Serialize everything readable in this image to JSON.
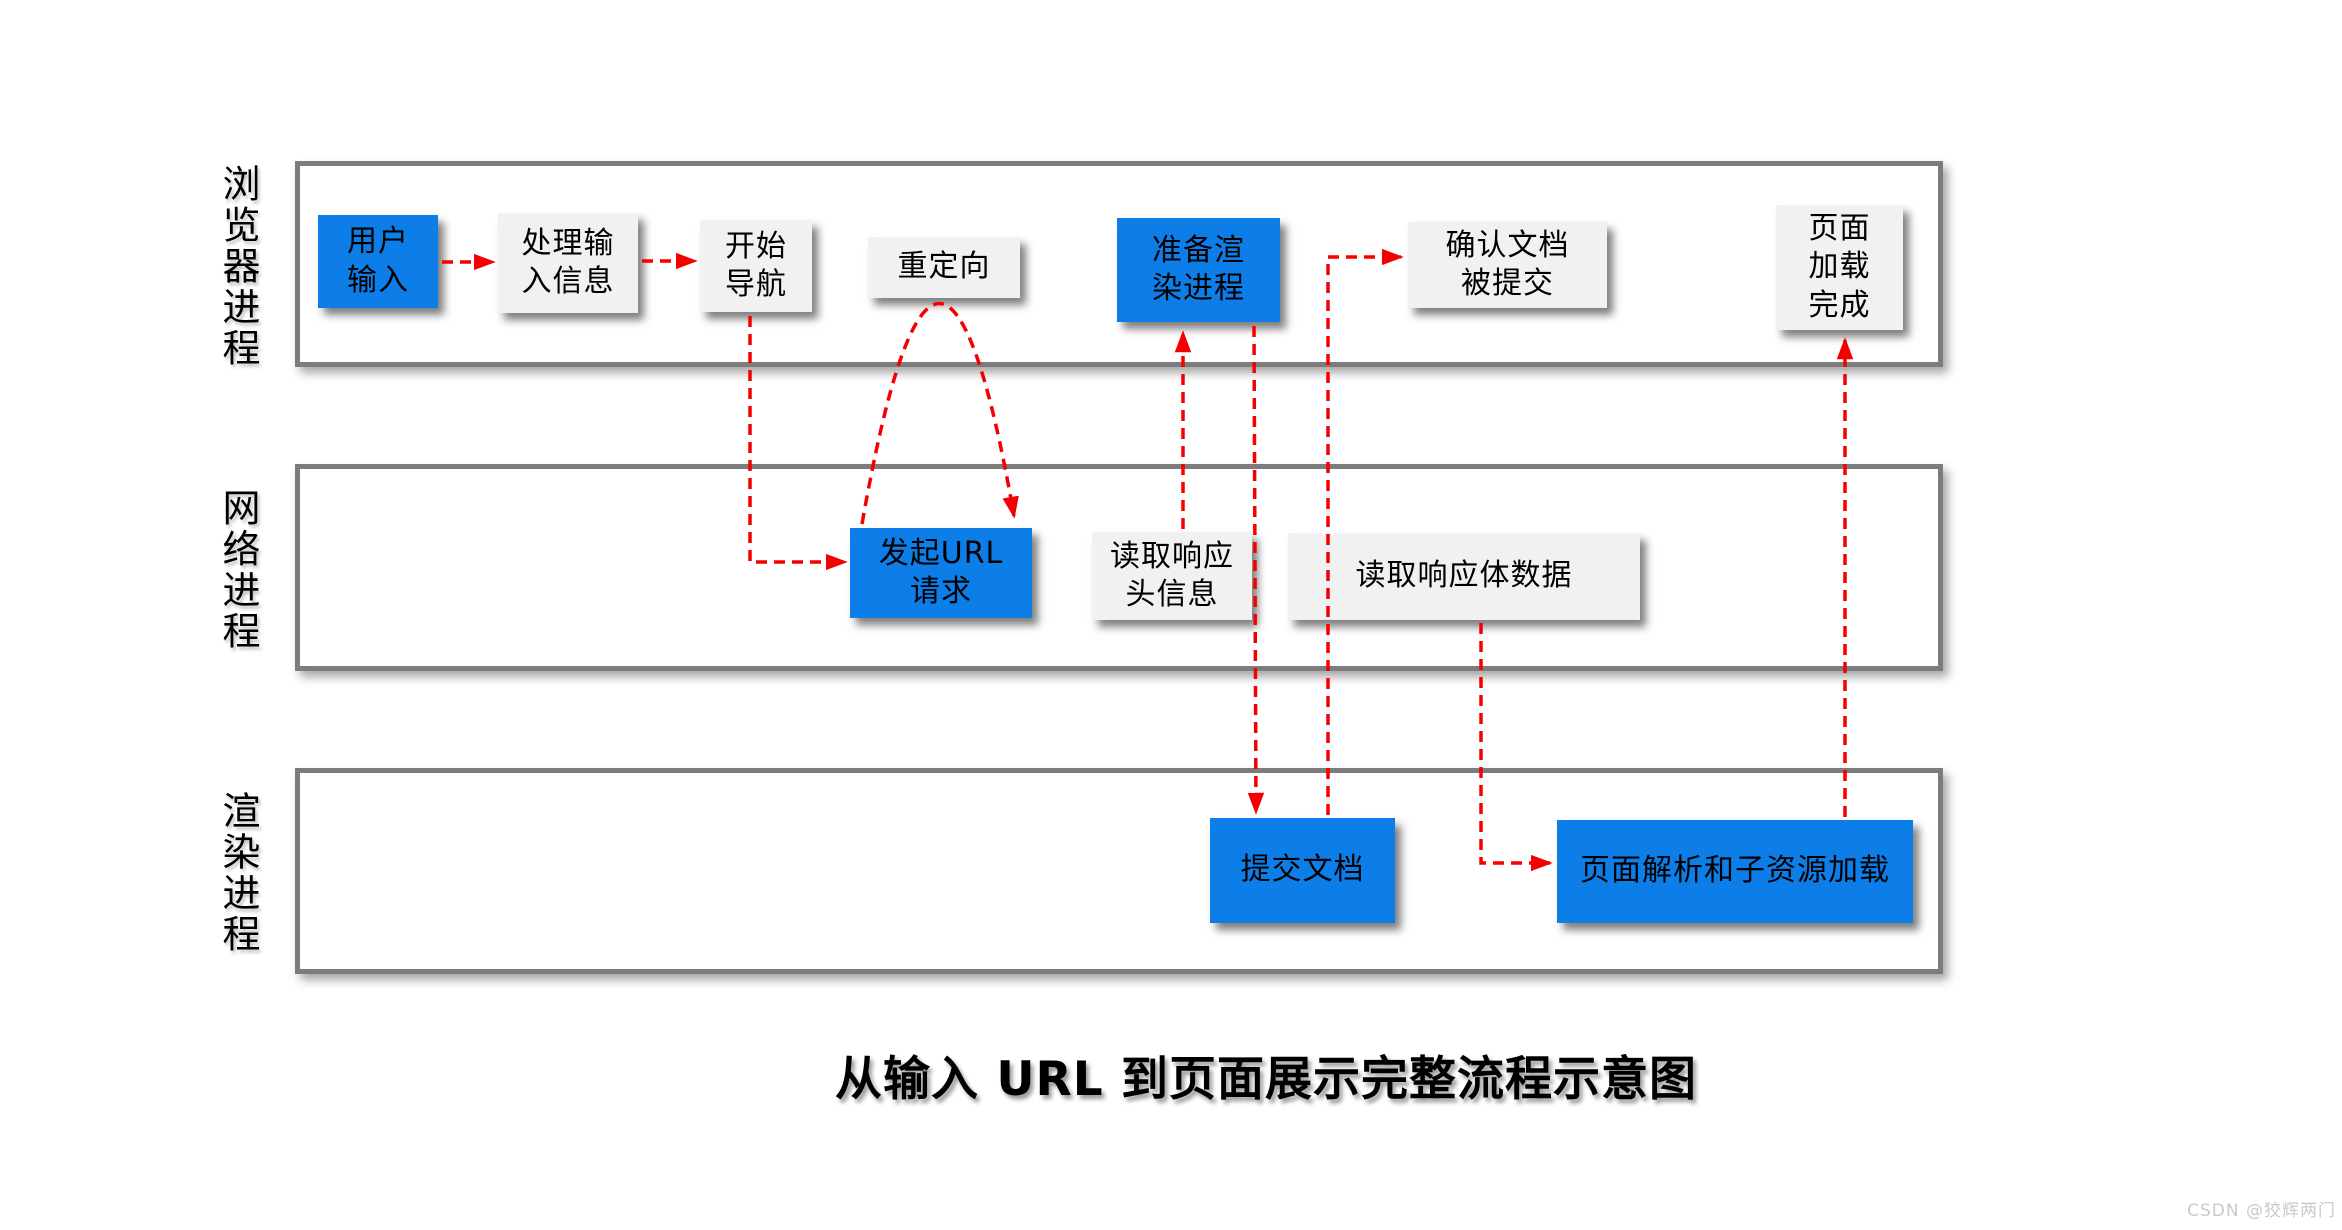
{
  "diagram": {
    "title": "从输入 URL 到页面展示完整流程示意图",
    "watermark": "CSDN @狡辉两门",
    "lanes": [
      {
        "id": "browser-process",
        "label": "浏览器进程"
      },
      {
        "id": "network-process",
        "label": "网络进程"
      },
      {
        "id": "renderer-process",
        "label": "渲染进程"
      }
    ],
    "nodes": [
      {
        "id": "user-input",
        "lane": "browser-process",
        "label": "用户\n输入",
        "emphasis": "primary"
      },
      {
        "id": "process-input-info",
        "lane": "browser-process",
        "label": "处理输\n入信息",
        "emphasis": "secondary"
      },
      {
        "id": "start-navigation",
        "lane": "browser-process",
        "label": "开始\n导航",
        "emphasis": "secondary"
      },
      {
        "id": "redirect",
        "lane": "browser-process",
        "label": "重定向",
        "emphasis": "secondary"
      },
      {
        "id": "prepare-renderer-process",
        "lane": "browser-process",
        "label": "准备渲\n染进程",
        "emphasis": "primary"
      },
      {
        "id": "confirm-document-committed",
        "lane": "browser-process",
        "label": "确认文档\n被提交",
        "emphasis": "secondary"
      },
      {
        "id": "page-load-complete",
        "lane": "browser-process",
        "label": "页面\n加载\n完成",
        "emphasis": "secondary"
      },
      {
        "id": "initiate-url-request",
        "lane": "network-process",
        "label": "发起URL\n请求",
        "emphasis": "primary"
      },
      {
        "id": "read-response-headers",
        "lane": "network-process",
        "label": "读取响应\n头信息",
        "emphasis": "secondary"
      },
      {
        "id": "read-response-body",
        "lane": "network-process",
        "label": "读取响应体数据",
        "emphasis": "secondary"
      },
      {
        "id": "commit-document",
        "lane": "renderer-process",
        "label": "提交文档",
        "emphasis": "primary"
      },
      {
        "id": "page-parsing-subresource-loading",
        "lane": "renderer-process",
        "label": "页面解析和子资源加载",
        "emphasis": "primary"
      }
    ],
    "edges": [
      {
        "from": "user-input",
        "to": "process-input-info"
      },
      {
        "from": "process-input-info",
        "to": "start-navigation"
      },
      {
        "from": "start-navigation",
        "to": "initiate-url-request"
      },
      {
        "from": "initiate-url-request",
        "to": "initiate-url-request",
        "via": "redirect",
        "note": "redirect loop arc"
      },
      {
        "from": "read-response-headers",
        "to": "prepare-renderer-process"
      },
      {
        "from": "prepare-renderer-process",
        "to": "commit-document"
      },
      {
        "from": "commit-document",
        "to": "confirm-document-committed"
      },
      {
        "from": "read-response-body",
        "to": "page-parsing-subresource-loading"
      },
      {
        "from": "page-parsing-subresource-loading",
        "to": "page-load-complete"
      }
    ],
    "colors": {
      "primary_node": "#0d7de8",
      "secondary_node": "#f1f1f1",
      "arrow": "#f40000",
      "lane_border": "#7c7c7c",
      "node_text": "#000000",
      "watermark_text": "#c9c9c9"
    }
  }
}
